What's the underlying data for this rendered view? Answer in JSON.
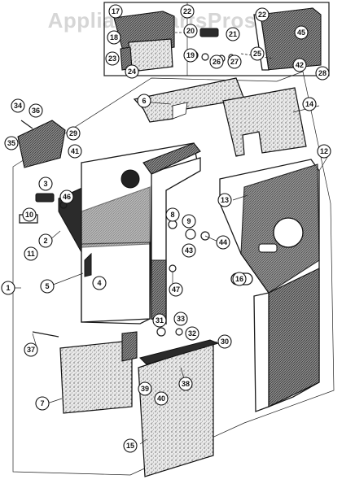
{
  "watermark": "AppliancePartsPros.com",
  "callouts": [
    {
      "id": "c1",
      "label": "1"
    },
    {
      "id": "c2",
      "label": "2"
    },
    {
      "id": "c3",
      "label": "3"
    },
    {
      "id": "c4",
      "label": "4"
    },
    {
      "id": "c5",
      "label": "5"
    },
    {
      "id": "c6",
      "label": "6"
    },
    {
      "id": "c7",
      "label": "7"
    },
    {
      "id": "c8",
      "label": "8"
    },
    {
      "id": "c9",
      "label": "9"
    },
    {
      "id": "c10",
      "label": "10"
    },
    {
      "id": "c11",
      "label": "11"
    },
    {
      "id": "c12",
      "label": "12"
    },
    {
      "id": "c13",
      "label": "13"
    },
    {
      "id": "c14",
      "label": "14"
    },
    {
      "id": "c15",
      "label": "15"
    },
    {
      "id": "c16",
      "label": "16"
    },
    {
      "id": "c17",
      "label": "17"
    },
    {
      "id": "c18",
      "label": "18"
    },
    {
      "id": "c19",
      "label": "19"
    },
    {
      "id": "c20",
      "label": "20"
    },
    {
      "id": "c21",
      "label": "21"
    },
    {
      "id": "c22a",
      "label": "22"
    },
    {
      "id": "c22b",
      "label": "22"
    },
    {
      "id": "c23",
      "label": "23"
    },
    {
      "id": "c24",
      "label": "24"
    },
    {
      "id": "c25",
      "label": "25"
    },
    {
      "id": "c26",
      "label": "26"
    },
    {
      "id": "c27",
      "label": "27"
    },
    {
      "id": "c28",
      "label": "28"
    },
    {
      "id": "c29",
      "label": "29"
    },
    {
      "id": "c30",
      "label": "30"
    },
    {
      "id": "c31",
      "label": "31"
    },
    {
      "id": "c32",
      "label": "32"
    },
    {
      "id": "c33",
      "label": "33"
    },
    {
      "id": "c34",
      "label": "34"
    },
    {
      "id": "c35",
      "label": "35"
    },
    {
      "id": "c36",
      "label": "36"
    },
    {
      "id": "c37",
      "label": "37"
    },
    {
      "id": "c38",
      "label": "38"
    },
    {
      "id": "c39",
      "label": "39"
    },
    {
      "id": "c40",
      "label": "40"
    },
    {
      "id": "c41",
      "label": "41"
    },
    {
      "id": "c42",
      "label": "42"
    },
    {
      "id": "c43",
      "label": "43"
    },
    {
      "id": "c44",
      "label": "44"
    },
    {
      "id": "c45",
      "label": "45"
    },
    {
      "id": "c46",
      "label": "46"
    },
    {
      "id": "c47",
      "label": "47"
    }
  ]
}
